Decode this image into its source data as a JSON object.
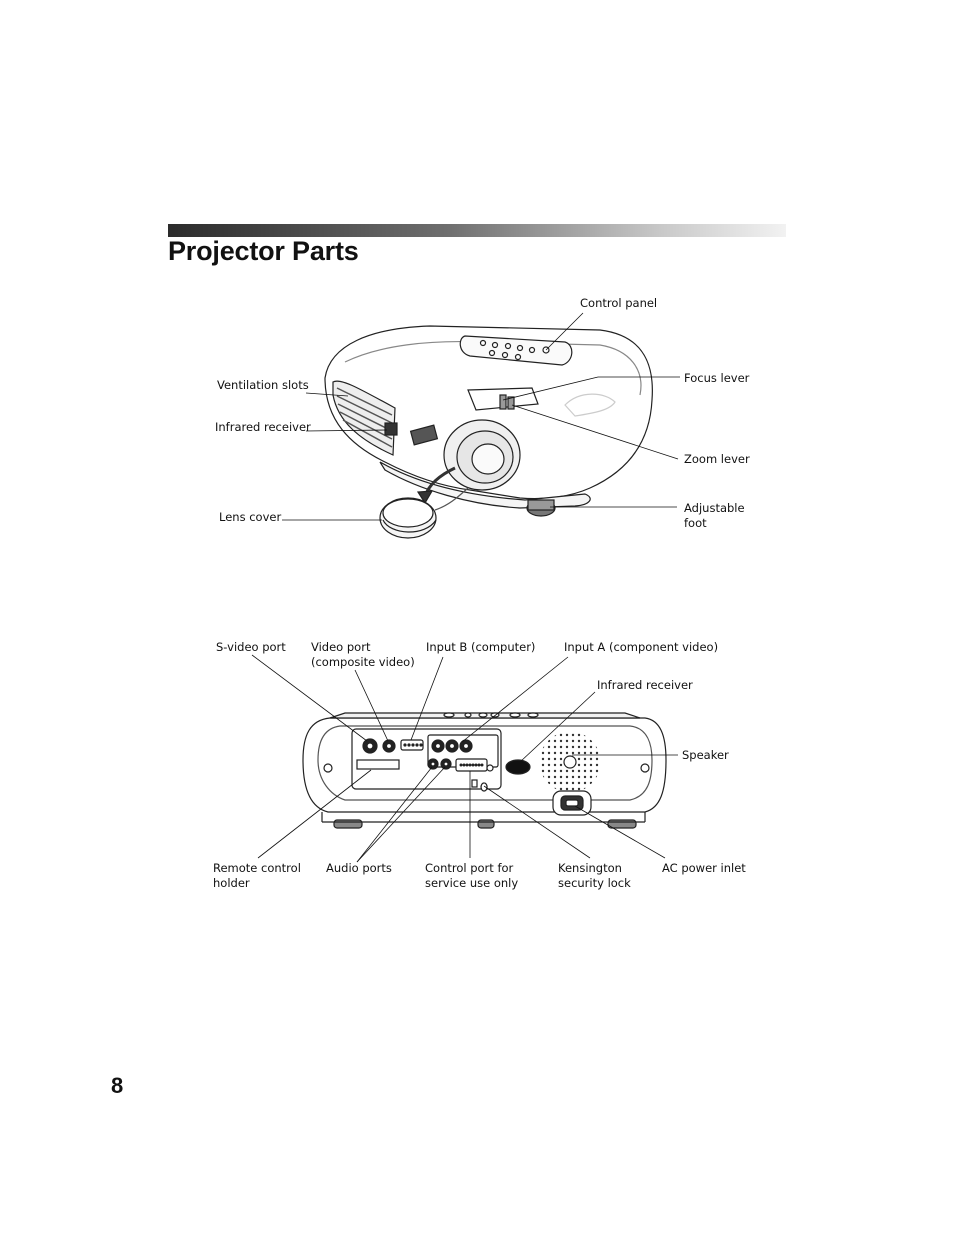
{
  "page": {
    "title": "Projector Parts",
    "page_number": "8"
  },
  "front_view": {
    "labels": {
      "control_panel": "Control panel",
      "ventilation_slots": "Ventilation slots",
      "infrared_receiver": "Infrared receiver",
      "lens_cover": "Lens cover",
      "focus_lever": "Focus lever",
      "zoom_lever": "Zoom lever",
      "adjustable_foot": "Adjustable foot"
    }
  },
  "rear_view": {
    "labels": {
      "s_video_port": "S-video port",
      "video_port": "Video port (composite video)",
      "input_b": "Input B (computer)",
      "input_a": "Input A (component video)",
      "infrared_receiver": "Infrared receiver",
      "speaker": "Speaker",
      "remote_control_holder": "Remote control holder",
      "audio_ports": "Audio ports",
      "control_port": "Control port for service use only",
      "kensington_lock": "Kensington security lock",
      "ac_power_inlet": "AC power inlet"
    }
  }
}
